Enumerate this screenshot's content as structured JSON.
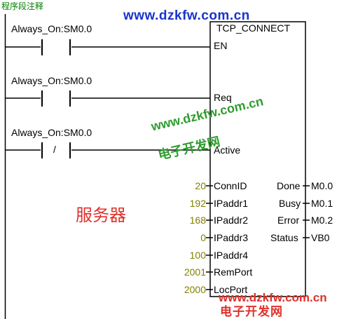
{
  "network_comment": "程序段注释",
  "watermark_top": "www.dzkfw.com.cn",
  "watermark_mid_url": "www.dzkfw.com.cn",
  "watermark_mid_cn": "电子开发网",
  "watermark_bottom_url": "www.dzkfw.com.cn",
  "watermark_bottom_cn": "电子开发网",
  "server_label": "服务器",
  "block": {
    "title": "TCP_CONNECT",
    "inputs": {
      "en": "EN",
      "req": "Req",
      "active": "Active",
      "connid": "ConnID",
      "ip1": "IPaddr1",
      "ip2": "IPaddr2",
      "ip3": "IPaddr3",
      "ip4": "IPaddr4",
      "remport": "RemPort",
      "locport": "LocPort"
    },
    "outputs": {
      "done": "Done",
      "busy": "Busy",
      "error": "Error",
      "status": "Status"
    }
  },
  "contacts": {
    "c1": {
      "label": "Always_On:SM0.0",
      "type": "normally-open"
    },
    "c2": {
      "label": "Always_On:SM0.0",
      "type": "normally-open"
    },
    "c3": {
      "label": "Always_On:SM0.0",
      "type": "normally-closed",
      "symbol": "/"
    }
  },
  "input_values": {
    "connid": "20",
    "ip1": "192",
    "ip2": "168",
    "ip3": "0",
    "ip4": "100",
    "remport": "2001",
    "locport": "2000"
  },
  "output_values": {
    "done": "M0.0",
    "busy": "M0.1",
    "error": "M0.2",
    "status": "VB0"
  },
  "colors": {
    "value_text": "#808000",
    "comment_text": "#008000",
    "watermark_blue": "#1a33cc",
    "watermark_green": "#2e9c2e",
    "watermark_red": "#e0302a"
  }
}
